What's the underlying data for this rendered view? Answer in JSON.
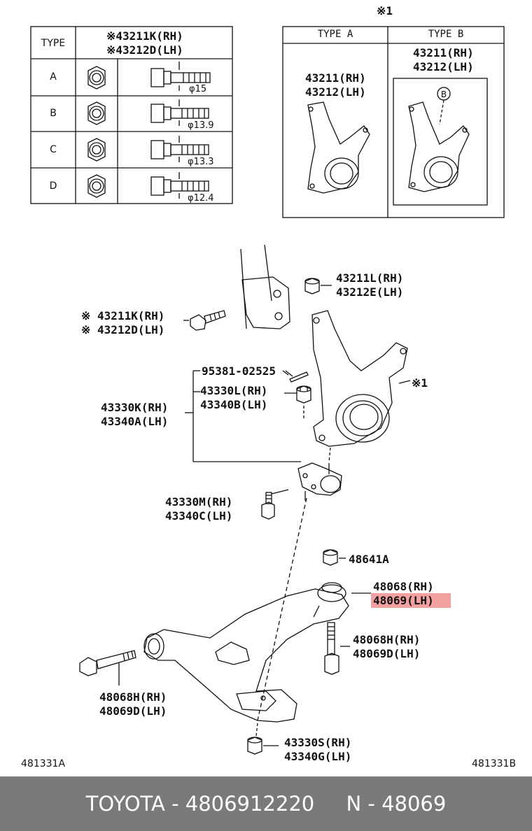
{
  "type_table": {
    "header_type": "TYPE",
    "header_part_rh": "※43211K(RH)",
    "header_part_lh": "※43212D(LH)",
    "rows": [
      {
        "type": "A",
        "dia": "φ15"
      },
      {
        "type": "B",
        "dia": "φ13.9"
      },
      {
        "type": "C",
        "dia": "φ13.3"
      },
      {
        "type": "D",
        "dia": "φ12.4"
      }
    ]
  },
  "knuckle_table": {
    "marker": "※1",
    "type_a": "TYPE A",
    "type_b": "TYPE B",
    "a_part_rh": "43211(RH)",
    "a_part_lh": "43212(LH)",
    "b_part_rh": "43211(RH)",
    "b_part_lh": "43212(LH)",
    "b_circle": "B"
  },
  "labels": {
    "nut_top_rh": "43211L(RH)",
    "nut_top_lh": "43212E(LH)",
    "bolt_rh": "※ 43211K(RH)",
    "bolt_lh": "※ 43212D(LH)",
    "pin": "95381-02525",
    "castle_rh": "43330L(RH)",
    "castle_lh": "43340B(LH)",
    "joint_rh": "43330K(RH)",
    "joint_lh": "43340A(LH)",
    "knuckle_mark": "※1",
    "jbolt_rh": "43330M(RH)",
    "jbolt_lh": "43340C(LH)",
    "nut_arm": "48641A",
    "bush_rh": "48068(RH)",
    "bush_lh": "48069(LH)",
    "vbolt_rh": "48068H(RH)",
    "vbolt_lh": "48069D(LH)",
    "hbolt_rh": "48068H(RH)",
    "hbolt_lh": "48069D(LH)",
    "bnut_rh": "43330S(RH)",
    "bnut_lh": "43340G(LH)",
    "code_left": "481331A",
    "code_right": "481331B"
  },
  "footer": {
    "brand_part": "TOYOTA - 4806912220",
    "ref": "N - 48069"
  },
  "colors": {
    "highlight": "#f3a0a0",
    "footer_bg": "#7a7a7a",
    "line": "#111111"
  }
}
